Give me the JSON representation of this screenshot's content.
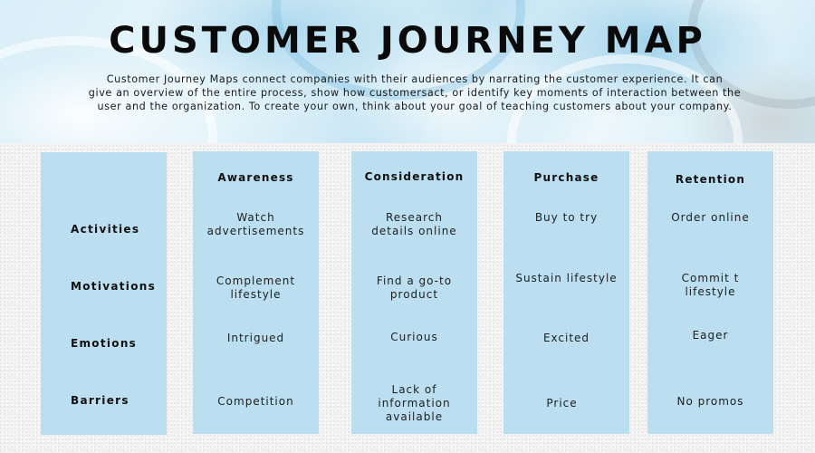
{
  "header": {
    "title": "CUSTOMER JOURNEY MAP",
    "intro_lines": [
      "Customer Journey Maps connect companies with their audiences by narrating the customer experience. It can",
      "give an overview of the entire process, show how customersact, or identify key moments of interaction between the",
      "user and the organization. To create your own, think about your goal of teaching customers about your company."
    ]
  },
  "colors": {
    "card_background": "#bbdff0",
    "text": "#111111"
  },
  "row_labels": [
    "Activities",
    "Motivations",
    "Emotions",
    "Barriers"
  ],
  "stages": [
    {
      "name": "Awareness",
      "activities": [
        "Watch",
        "advertisements"
      ],
      "motivations": [
        "Complement",
        "lifestyle"
      ],
      "emotions": [
        "Intrigued"
      ],
      "barriers": [
        "Competition"
      ]
    },
    {
      "name": "Consideration",
      "activities": [
        "Research",
        "details online"
      ],
      "motivations": [
        "Find a go-to",
        "product"
      ],
      "emotions": [
        "Curious"
      ],
      "barriers": [
        "Lack of",
        "information",
        "available"
      ]
    },
    {
      "name": "Purchase",
      "activities": [
        "Buy to try"
      ],
      "motivations": [
        "Sustain lifestyle"
      ],
      "emotions": [
        "Excited"
      ],
      "barriers": [
        "Price"
      ]
    },
    {
      "name": "Retention",
      "activities": [
        "Order online"
      ],
      "motivations": [
        "Commit t",
        "lifestyle"
      ],
      "emotions": [
        "Eager"
      ],
      "barriers": [
        "No promos"
      ]
    }
  ]
}
